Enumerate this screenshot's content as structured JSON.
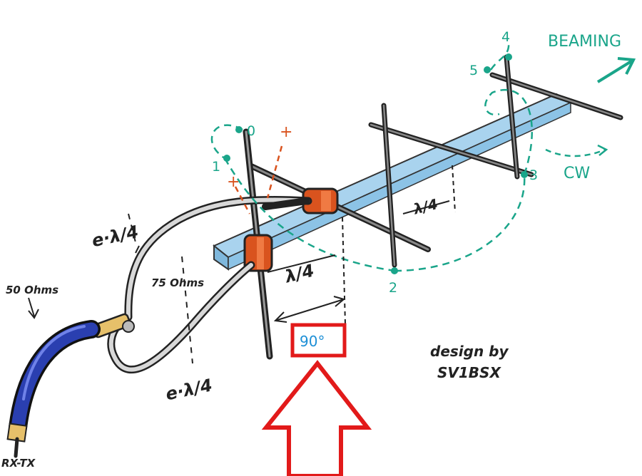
{
  "labels": {
    "beaming": "BEAMING",
    "cw": "CW",
    "ohms50": "50 Ohms",
    "ohms75": "75 Ohms",
    "rxtx": "RX-TX",
    "design_by": "design by",
    "author": "SV1BSX",
    "angle": "90°",
    "lambda_quarter": "λ/4",
    "e_lambda_quarter": "e·λ/4",
    "plus": "+"
  },
  "points": [
    "0",
    "1",
    "2",
    "3",
    "4",
    "5"
  ],
  "colors": {
    "teal": "#1aa58a",
    "orange": "#d9531e",
    "boom": "#a9d3ee",
    "cable_blue": "#2a3fb0",
    "highlight_red": "#e21a1a",
    "angle_text": "#1d8fd6"
  }
}
